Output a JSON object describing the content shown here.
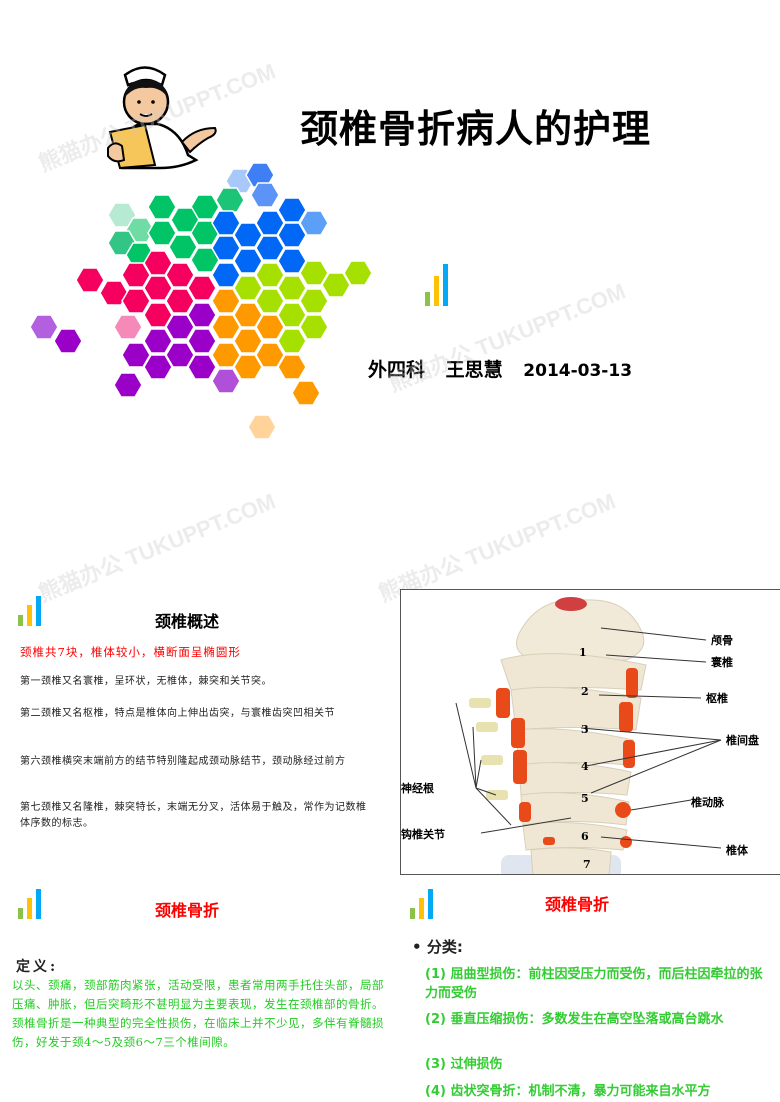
{
  "slide1": {
    "title": "颈椎骨折病人的护理",
    "department": "外四科",
    "author": "王思慧",
    "date": "2014-03-13"
  },
  "overview": {
    "title": "颈椎概述",
    "highlight": "颈椎共7块，椎体较小，横断面呈椭圆形",
    "paragraphs": [
      "第一颈椎又名寰椎，呈环状，无椎体，棘突和关节突。",
      "第二颈椎又名枢椎，特点是椎体向上伸出齿突，与寰椎齿突凹相关节",
      "第六颈椎横突末端前方的结节特别隆起成颈动脉结节，颈动脉经过前方",
      "第七颈椎又名隆椎，棘突特长，末端无分叉，活体易于触及，常作为记数椎体序数的标志。"
    ]
  },
  "figure": {
    "labels": {
      "occipital": "颅骨",
      "atlas": "寰椎",
      "axis": "枢椎",
      "disc": "椎间盘",
      "nerve_root": "神经根",
      "vertebral_artery": "椎动脉",
      "uncovertebral_joint": "钩椎关节",
      "vertebral_body": "椎体"
    },
    "numbers": [
      "1",
      "2",
      "3",
      "4",
      "5",
      "6",
      "7"
    ]
  },
  "fracture_left": {
    "title": "颈椎骨折",
    "definition_label": "定义:",
    "definition_text": "以头、颈痛，颈部筋肉紧张，活动受限，患者常用两手托住头部，局部压痛、肿胀，但后突畸形不甚明显为主要表现，发生在颈椎部的骨折。颈椎骨折是一种典型的完全性损伤，在临床上并不少见，多伴有脊髓损伤，好发于颈4～5及颈6～7三个椎间隙。"
  },
  "fracture_right": {
    "title": "颈椎骨折",
    "classification_label": "分类:",
    "items": [
      "(1) 屈曲型损伤：前柱因受压力而受伤，而后柱因牵拉的张力而受伤",
      "(2) 垂直压缩损伤：多数发生在高空坠落或高台跳水",
      "(3) 过伸损伤",
      "(4) 齿状突骨折：机制不清，暴力可能来自水平方"
    ]
  },
  "watermark": "熊猫办公 TUKUPPT.COM",
  "colors": {
    "bar_green": "#8bc34a",
    "bar_yellow": "#ffc107",
    "bar_blue": "#03a9f4",
    "red_text": "#ff0000",
    "green_text": "#22cc22"
  }
}
